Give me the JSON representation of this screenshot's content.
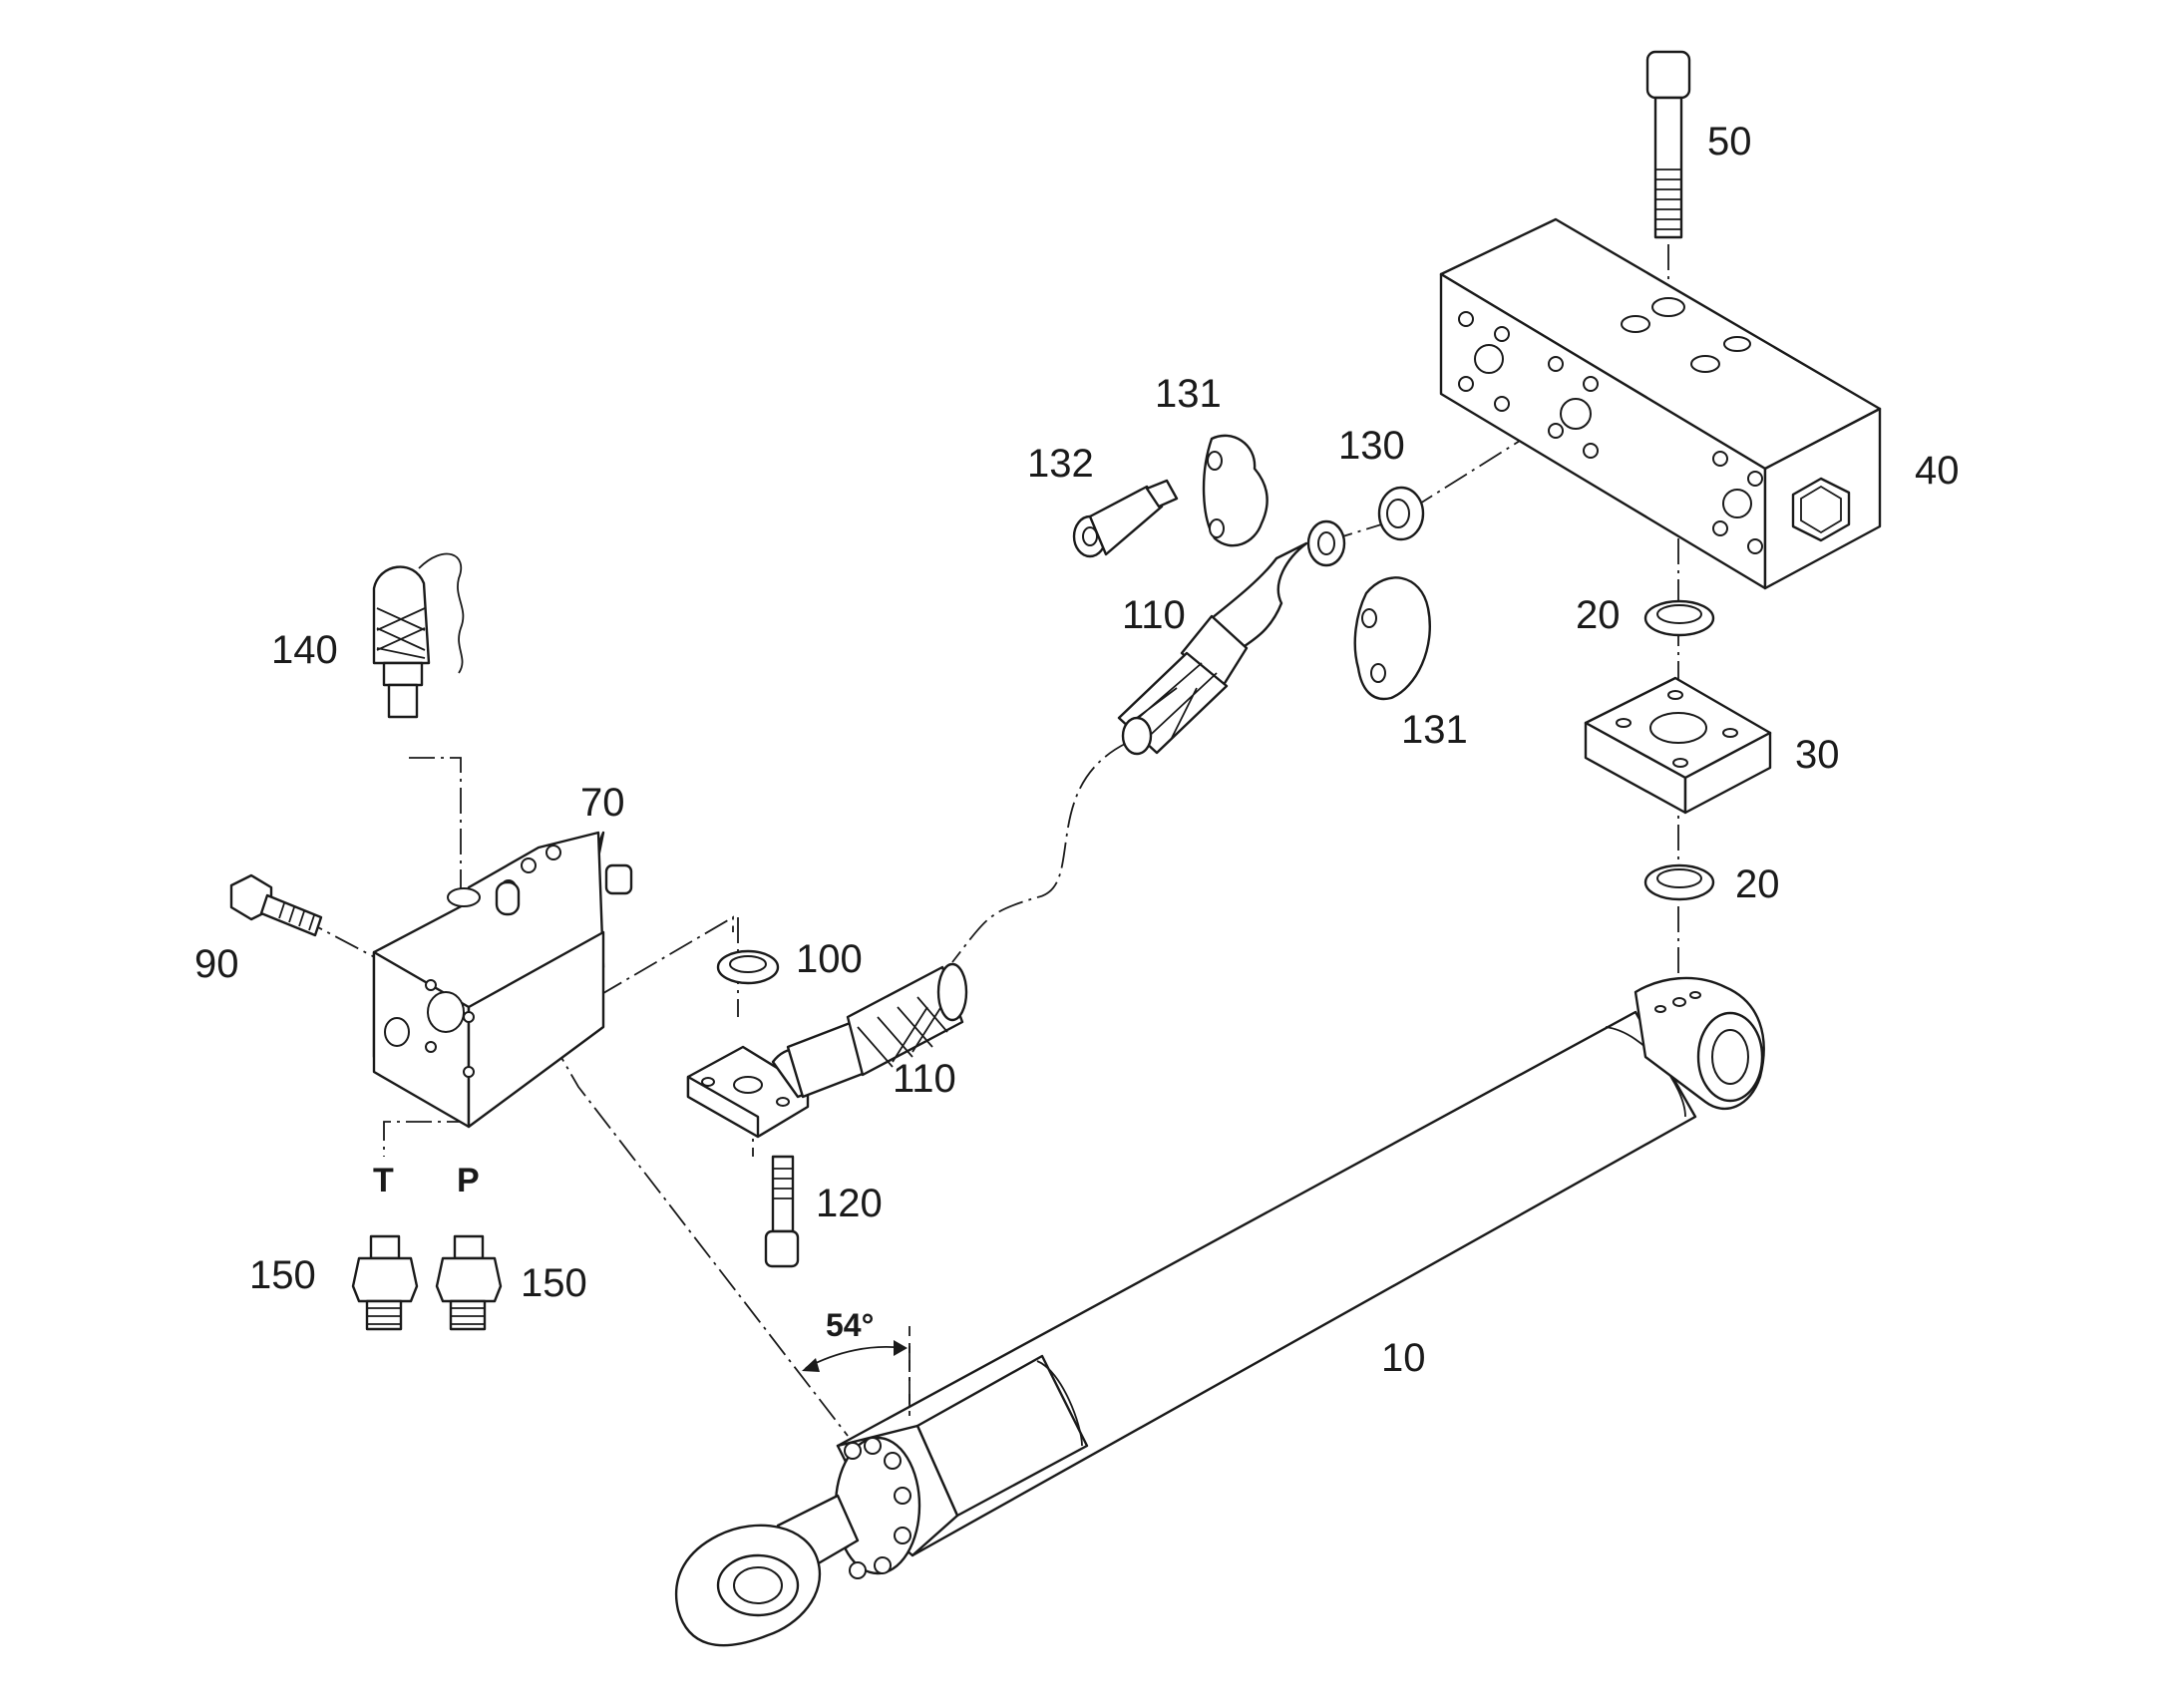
{
  "labels": {
    "p10": "10",
    "p20a": "20",
    "p20b": "20",
    "p30": "30",
    "p40": "40",
    "p50": "50",
    "p70": "70",
    "p90": "90",
    "p100": "100",
    "p110a": "110",
    "p110b": "110",
    "p120": "120",
    "p130": "130",
    "p131a": "131",
    "p131b": "131",
    "p132": "132",
    "p140": "140",
    "p150a": "150",
    "p150b": "150"
  },
  "ports": {
    "tank": "T",
    "pressure": "P"
  },
  "angle": "54°"
}
